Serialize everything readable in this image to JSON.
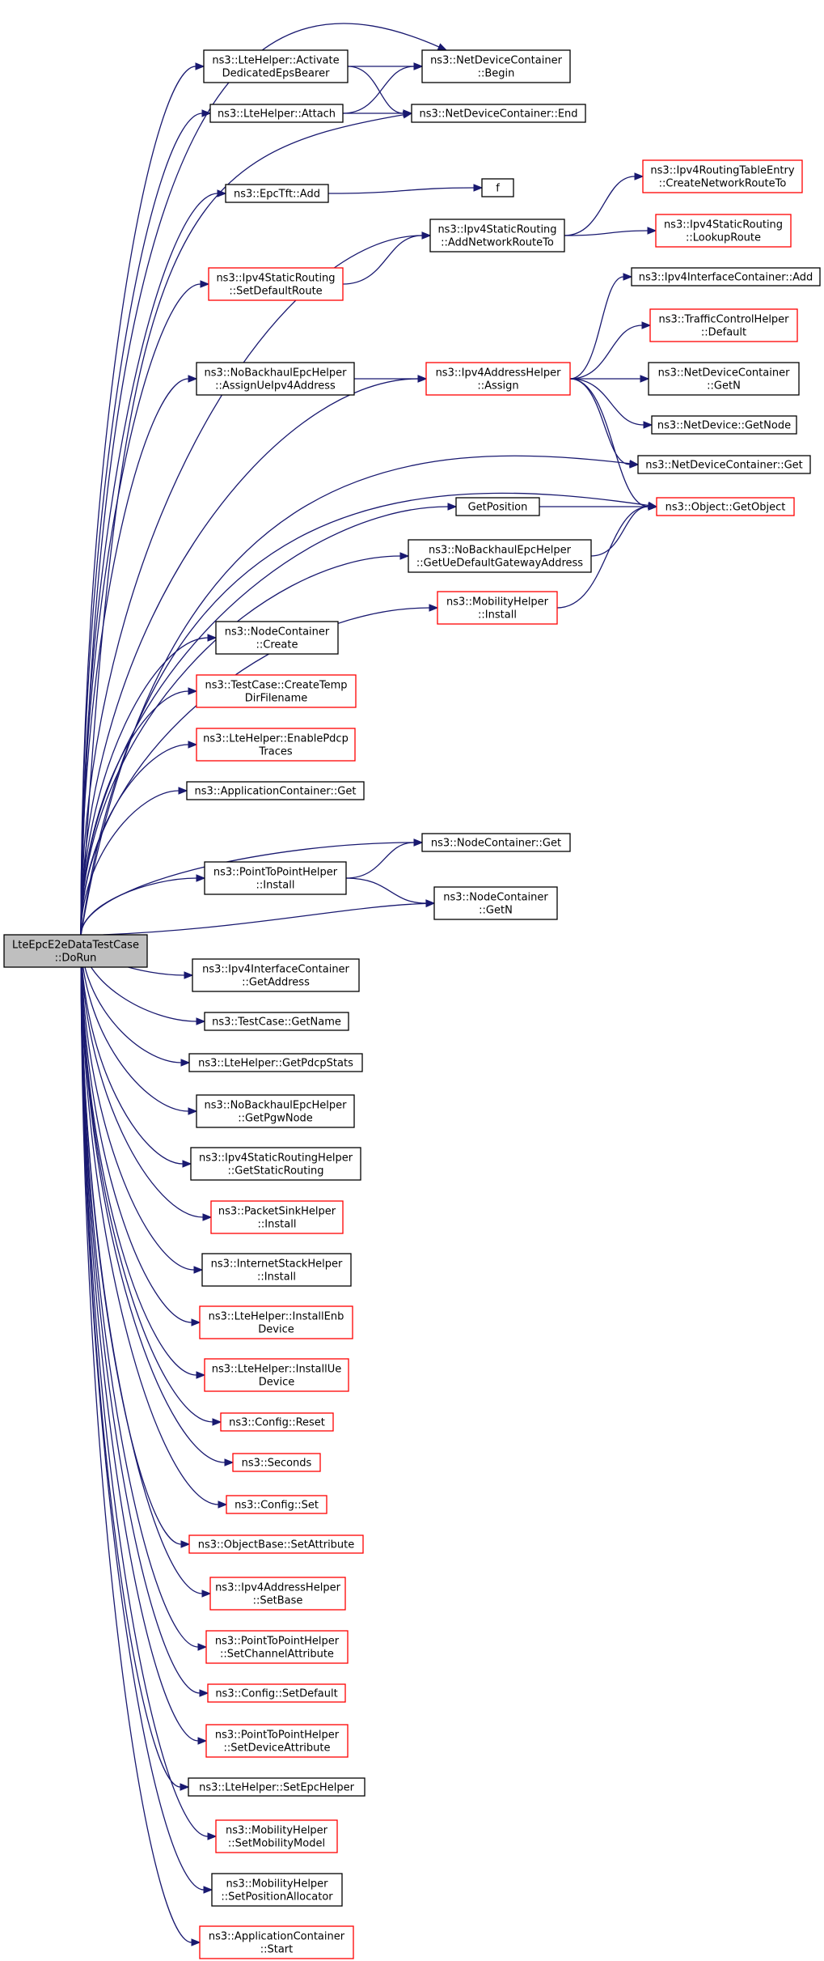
{
  "colors": {
    "edge": "#191970",
    "node_border_documented": "#000000",
    "node_border_undocumented": "#ff0000",
    "root_fill": "#bfbfbf",
    "node_fill": "#ffffff"
  },
  "nodes": [
    {
      "id": "root",
      "lines": [
        "LteEpcE2eDataTestCase",
        "::DoRun"
      ],
      "kind": "root"
    },
    {
      "id": "n_activate",
      "lines": [
        "ns3::LteHelper::Activate",
        "DedicatedEpsBearer"
      ],
      "kind": "normal"
    },
    {
      "id": "n_ndc_begin",
      "lines": [
        "ns3::NetDeviceContainer",
        "::Begin"
      ],
      "kind": "normal"
    },
    {
      "id": "n_attach",
      "lines": [
        "ns3::LteHelper::Attach"
      ],
      "kind": "normal"
    },
    {
      "id": "n_ndc_end",
      "lines": [
        "ns3::NetDeviceContainer::End"
      ],
      "kind": "normal"
    },
    {
      "id": "n_epctft_add",
      "lines": [
        "ns3::EpcTft::Add"
      ],
      "kind": "normal"
    },
    {
      "id": "n_f",
      "lines": [
        "f"
      ],
      "kind": "normal"
    },
    {
      "id": "n_rte_create",
      "lines": [
        "ns3::Ipv4RoutingTableEntry",
        "::CreateNetworkRouteTo"
      ],
      "kind": "red"
    },
    {
      "id": "n_isr_add",
      "lines": [
        "ns3::Ipv4StaticRouting",
        "::AddNetworkRouteTo"
      ],
      "kind": "normal"
    },
    {
      "id": "n_isr_lookup",
      "lines": [
        "ns3::Ipv4StaticRouting",
        "::LookupRoute"
      ],
      "kind": "red"
    },
    {
      "id": "n_isr_default",
      "lines": [
        "ns3::Ipv4StaticRouting",
        "::SetDefaultRoute"
      ],
      "kind": "red"
    },
    {
      "id": "n_iic_add",
      "lines": [
        "ns3::Ipv4InterfaceContainer::Add"
      ],
      "kind": "normal"
    },
    {
      "id": "n_tch_default",
      "lines": [
        "ns3::TrafficControlHelper",
        "::Default"
      ],
      "kind": "red"
    },
    {
      "id": "n_nbeh_assign",
      "lines": [
        "ns3::NoBackhaulEpcHelper",
        "::AssignUeIpv4Address"
      ],
      "kind": "normal"
    },
    {
      "id": "n_iah_assign",
      "lines": [
        "ns3::Ipv4AddressHelper",
        "::Assign"
      ],
      "kind": "red"
    },
    {
      "id": "n_ndc_getn",
      "lines": [
        "ns3::NetDeviceContainer",
        "::GetN"
      ],
      "kind": "normal"
    },
    {
      "id": "n_nd_getnode",
      "lines": [
        "ns3::NetDevice::GetNode"
      ],
      "kind": "normal"
    },
    {
      "id": "n_ndc_get",
      "lines": [
        "ns3::NetDeviceContainer::Get"
      ],
      "kind": "normal"
    },
    {
      "id": "n_getposition",
      "lines": [
        "GetPosition"
      ],
      "kind": "normal"
    },
    {
      "id": "n_obj_getobject",
      "lines": [
        "ns3::Object::GetObject"
      ],
      "kind": "red"
    },
    {
      "id": "n_nbeh_gw",
      "lines": [
        "ns3::NoBackhaulEpcHelper",
        "::GetUeDefaultGatewayAddress"
      ],
      "kind": "normal"
    },
    {
      "id": "n_mh_install",
      "lines": [
        "ns3::MobilityHelper",
        "::Install"
      ],
      "kind": "red"
    },
    {
      "id": "n_nc_create",
      "lines": [
        "ns3::NodeContainer",
        "::Create"
      ],
      "kind": "normal"
    },
    {
      "id": "n_tc_tempdir",
      "lines": [
        "ns3::TestCase::CreateTemp",
        "DirFilename"
      ],
      "kind": "red"
    },
    {
      "id": "n_lh_pdcp",
      "lines": [
        "ns3::LteHelper::EnablePdcp",
        "Traces"
      ],
      "kind": "red"
    },
    {
      "id": "n_ac_get",
      "lines": [
        "ns3::ApplicationContainer::Get"
      ],
      "kind": "normal"
    },
    {
      "id": "n_nc_get",
      "lines": [
        "ns3::NodeContainer::Get"
      ],
      "kind": "normal"
    },
    {
      "id": "n_p2p_install",
      "lines": [
        "ns3::PointToPointHelper",
        "::Install"
      ],
      "kind": "normal"
    },
    {
      "id": "n_nc_getn",
      "lines": [
        "ns3::NodeContainer",
        "::GetN"
      ],
      "kind": "normal"
    },
    {
      "id": "n_iic_getaddr",
      "lines": [
        "ns3::Ipv4InterfaceContainer",
        "::GetAddress"
      ],
      "kind": "normal"
    },
    {
      "id": "n_tc_getname",
      "lines": [
        "ns3::TestCase::GetName"
      ],
      "kind": "normal"
    },
    {
      "id": "n_lh_pdcpstats",
      "lines": [
        "ns3::LteHelper::GetPdcpStats"
      ],
      "kind": "normal"
    },
    {
      "id": "n_nbeh_pgw",
      "lines": [
        "ns3::NoBackhaulEpcHelper",
        "::GetPgwNode"
      ],
      "kind": "normal"
    },
    {
      "id": "n_isrh_get",
      "lines": [
        "ns3::Ipv4StaticRoutingHelper",
        "::GetStaticRouting"
      ],
      "kind": "normal"
    },
    {
      "id": "n_psh_install",
      "lines": [
        "ns3::PacketSinkHelper",
        "::Install"
      ],
      "kind": "red"
    },
    {
      "id": "n_ish_install",
      "lines": [
        "ns3::InternetStackHelper",
        "::Install"
      ],
      "kind": "normal"
    },
    {
      "id": "n_lh_enb",
      "lines": [
        "ns3::LteHelper::InstallEnb",
        "Device"
      ],
      "kind": "red"
    },
    {
      "id": "n_lh_ue",
      "lines": [
        "ns3::LteHelper::InstallUe",
        "Device"
      ],
      "kind": "red"
    },
    {
      "id": "n_cfg_reset",
      "lines": [
        "ns3::Config::Reset"
      ],
      "kind": "red"
    },
    {
      "id": "n_seconds",
      "lines": [
        "ns3::Seconds"
      ],
      "kind": "red"
    },
    {
      "id": "n_cfg_set",
      "lines": [
        "ns3::Config::Set"
      ],
      "kind": "red"
    },
    {
      "id": "n_ob_setattr",
      "lines": [
        "ns3::ObjectBase::SetAttribute"
      ],
      "kind": "red"
    },
    {
      "id": "n_iah_setbase",
      "lines": [
        "ns3::Ipv4AddressHelper",
        "::SetBase"
      ],
      "kind": "red"
    },
    {
      "id": "n_p2p_chan",
      "lines": [
        "ns3::PointToPointHelper",
        "::SetChannelAttribute"
      ],
      "kind": "red"
    },
    {
      "id": "n_cfg_setdefault",
      "lines": [
        "ns3::Config::SetDefault"
      ],
      "kind": "red"
    },
    {
      "id": "n_p2p_dev",
      "lines": [
        "ns3::PointToPointHelper",
        "::SetDeviceAttribute"
      ],
      "kind": "red"
    },
    {
      "id": "n_lh_setepc",
      "lines": [
        "ns3::LteHelper::SetEpcHelper"
      ],
      "kind": "normal"
    },
    {
      "id": "n_mh_setmodel",
      "lines": [
        "ns3::MobilityHelper",
        "::SetMobilityModel"
      ],
      "kind": "red"
    },
    {
      "id": "n_mh_setpos",
      "lines": [
        "ns3::MobilityHelper",
        "::SetPositionAllocator"
      ],
      "kind": "normal"
    },
    {
      "id": "n_ac_start",
      "lines": [
        "ns3::ApplicationContainer",
        "::Start"
      ],
      "kind": "red"
    }
  ]
}
